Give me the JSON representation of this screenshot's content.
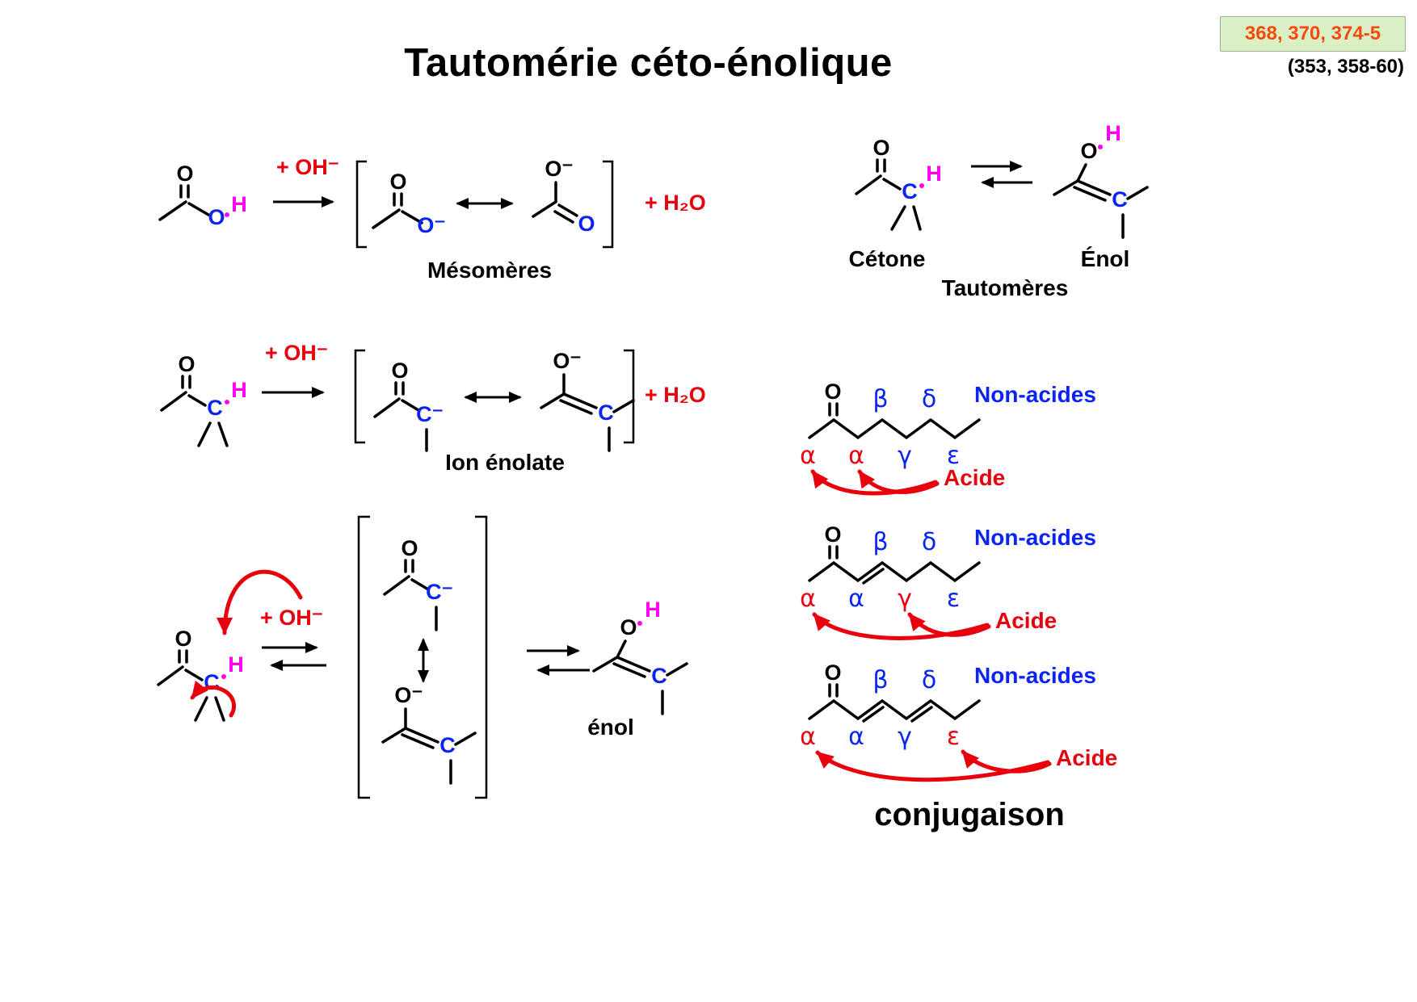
{
  "slide": {
    "title": "Tautomérie céto-énolique",
    "badge": {
      "pages": "368, 370, 374-5",
      "pages_alt": "(353, 358-60)"
    }
  },
  "colors": {
    "red": "#e8000d",
    "blue": "#0b24f5",
    "magenta": "#ff00f0",
    "black": "#000000",
    "badge_bg": "#d9f0c4",
    "badge_text": "#f64a0e"
  },
  "reagents": {
    "hydroxide": "+ OH⁻",
    "water": "+ H₂O"
  },
  "atoms": {
    "O": "O",
    "O_neg": "O⁻",
    "C": "C",
    "C_neg": "C⁻",
    "H": "H"
  },
  "greek": {
    "alpha": "α",
    "beta": "β",
    "gamma": "γ",
    "delta": "δ",
    "epsilon": "ε"
  },
  "labels": {
    "mesomeres": "Mésomères",
    "tautomeres": "Tautomères",
    "cetone": "Cétone",
    "enol_title": "Énol",
    "ion_enolate": "Ion énolate",
    "enol": "énol",
    "non_acides": "Non-acides",
    "acide": "Acide",
    "conjugaison": "conjugaison"
  }
}
